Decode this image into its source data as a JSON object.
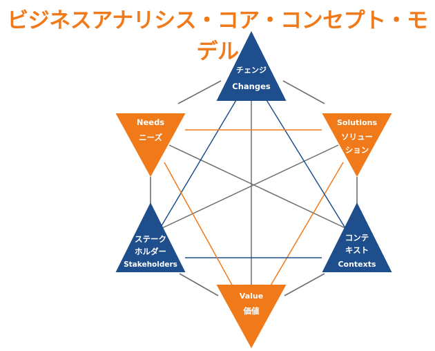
{
  "title": "ビジネスアナリシス・コア・コンセプト・モデル",
  "colors": {
    "title": "#F07A1A",
    "blue": "#1F4E8C",
    "orange": "#F07A1A",
    "gray": "#6E6E6E"
  },
  "nodes": {
    "changes": {
      "lines": [
        "チェンジ",
        "Changes"
      ]
    },
    "needs": {
      "lines": [
        "Needs",
        "ニーズ"
      ]
    },
    "solutions": {
      "lines": [
        "Solutions",
        "ソリュー",
        "ション"
      ]
    },
    "stakeholders": {
      "lines": [
        "ステーク",
        "ホルダー",
        "Stakeholders"
      ]
    },
    "contexts": {
      "lines": [
        "コンテ",
        "キスト",
        "Contexts"
      ]
    },
    "value": {
      "lines": [
        "Value",
        "価値"
      ]
    }
  }
}
